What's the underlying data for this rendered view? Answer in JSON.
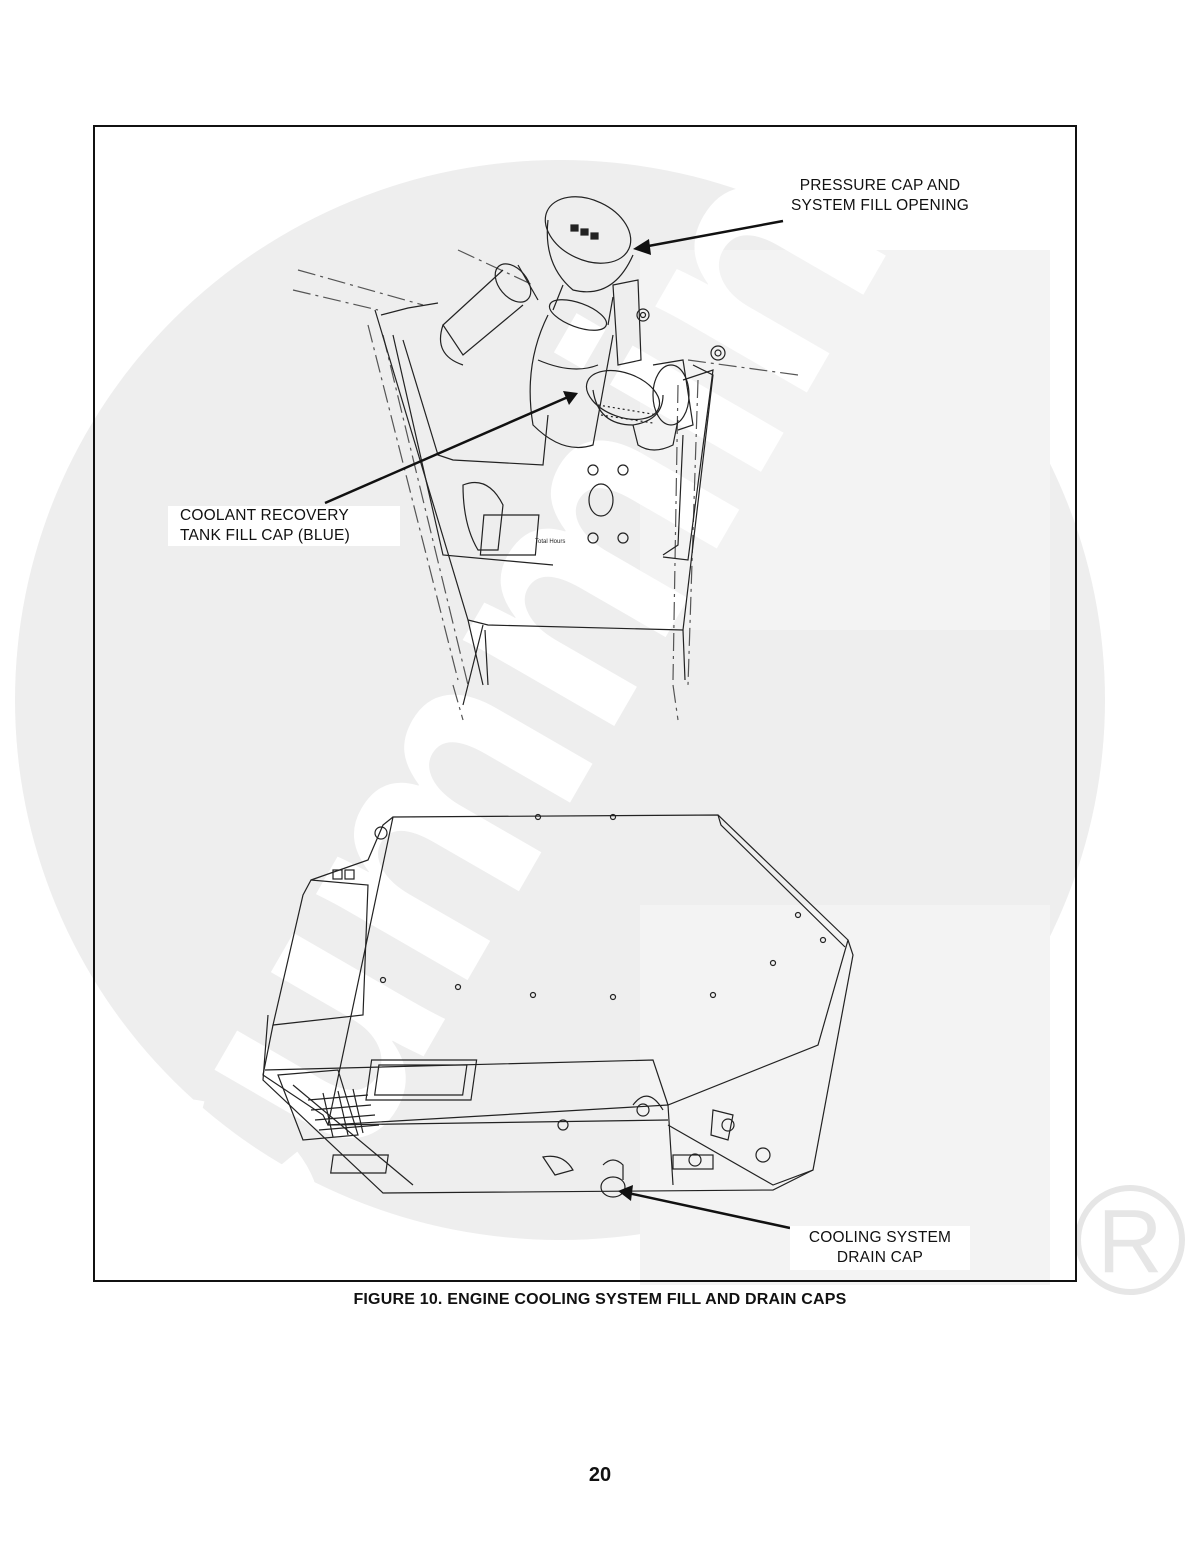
{
  "figure": {
    "callouts": {
      "pressure_cap": [
        "PRESSURE CAP AND",
        "SYSTEM FILL OPENING"
      ],
      "coolant_tank": [
        "COOLANT RECOVERY",
        "TANK FILL CAP (BLUE)"
      ],
      "drain_cap": [
        "COOLING SYSTEM",
        "DRAIN CAP"
      ]
    },
    "caption": "FIGURE 10. ENGINE COOLING SYSTEM FILL AND DRAIN CAPS"
  },
  "watermark": {
    "logo": "Cummins",
    "mark": "®"
  },
  "page_number": "20"
}
